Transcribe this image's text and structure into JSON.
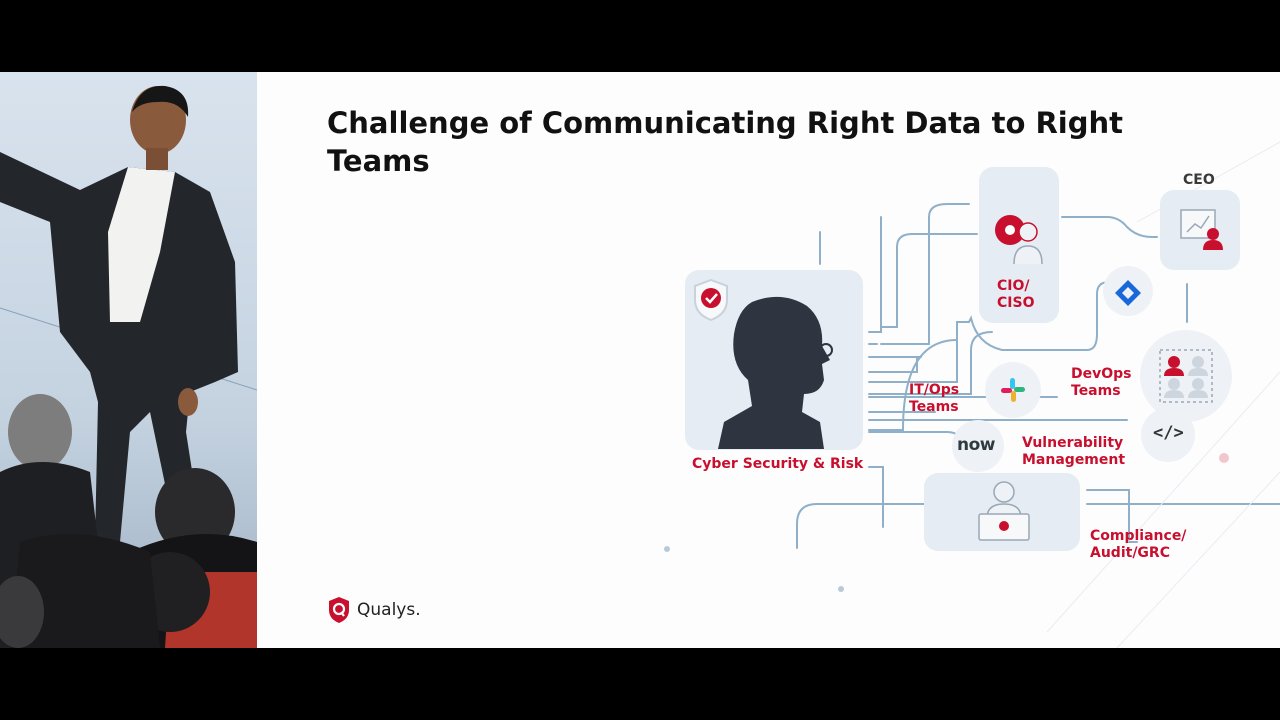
{
  "slide": {
    "title": "Challenge of Communicating Right Data to Right Teams",
    "logo_text": "Qualys.",
    "labels": {
      "cyber": "Cyber Security & Risk",
      "cio_line1": "CIO/",
      "cio_line2": "CISO",
      "ceo": "CEO",
      "itops_line1": "IT/Ops",
      "itops_line2": "Teams",
      "devops_line1": "DevOps",
      "devops_line2": "Teams",
      "vuln_line1": "Vulnerability",
      "vuln_line2": "Management",
      "compliance_line1": "Compliance/",
      "compliance_line2": "Audit/GRC",
      "now": "now",
      "code": "</>"
    }
  },
  "colors": {
    "accent_red": "#c8102e",
    "line_blue": "#8fb0c8",
    "card_bg": "#e6ecf3",
    "jira_blue": "#1868db"
  },
  "icons": [
    "shield-check-icon",
    "person-silhouette-icon",
    "gear-person-icon",
    "chart-person-icon",
    "jira-icon",
    "slack-icon",
    "servicenow-icon",
    "team-grid-icon",
    "code-icon",
    "laptop-person-icon",
    "qualys-logo-icon"
  ]
}
